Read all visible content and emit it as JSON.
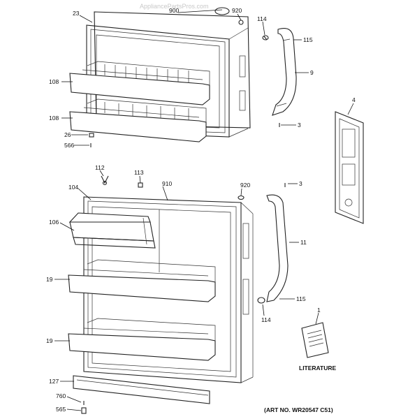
{
  "watermark": "AppliancePartsPros.com",
  "art_number": "(ART NO. WR20547 C51)",
  "literature_label": "LITERATURE",
  "callouts": {
    "c23": "23",
    "c900": "900",
    "c920a": "920",
    "c114a": "114",
    "c115a": "115",
    "c9": "9",
    "c3a": "3",
    "c4": "4",
    "c108a": "108",
    "c108b": "108",
    "c26": "26",
    "c566": "566",
    "c112": "112",
    "c113": "113",
    "c104": "104",
    "c910": "910",
    "c920b": "920",
    "c3b": "3",
    "c106": "106",
    "c11": "11",
    "c19a": "19",
    "c19b": "19",
    "c115b": "115",
    "c114b": "114",
    "c1": "1",
    "c127": "127",
    "c760": "760",
    "c565": "565"
  }
}
